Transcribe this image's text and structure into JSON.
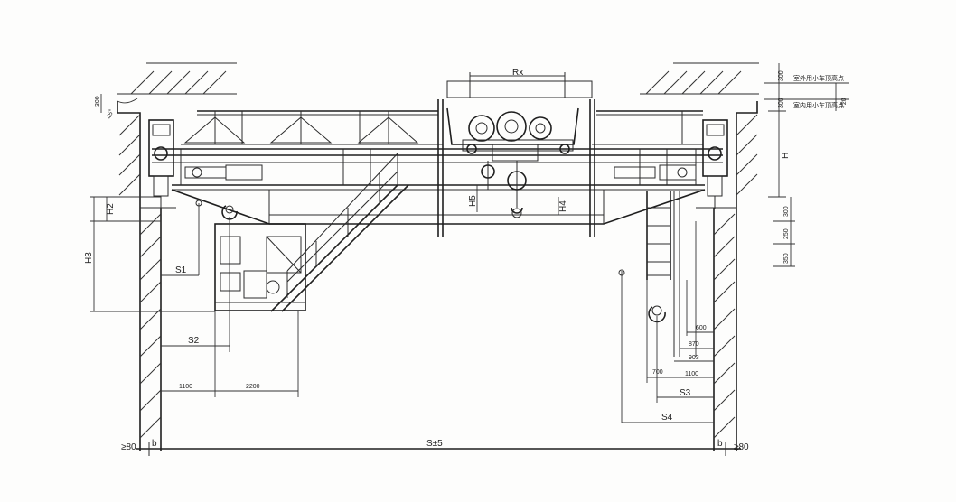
{
  "labels": {
    "rx": "Rx",
    "h": "H",
    "h2": "H2",
    "h3": "H3",
    "h4": "H4",
    "h5": "H5",
    "s1": "S1",
    "s2": "S2",
    "s3": "S3",
    "s4": "S4",
    "span": "S±5",
    "b_left": "b",
    "b_right": "b",
    "clear_left": "≥80",
    "clear_right": "≥80",
    "v300_top": "300",
    "v300_mid": "300",
    "v720": "720",
    "v300_right": "300",
    "v250": "250",
    "v350": "350",
    "v300_left": "300",
    "v600": "600",
    "v870": "870",
    "v903": "903",
    "v700": "700",
    "v1100_right": "1100",
    "v1100_left": "1100",
    "v2200": "2200",
    "angle": "45°",
    "note_outdoor": "室外用小车顶高点",
    "note_indoor": "室内用小车顶高点"
  }
}
